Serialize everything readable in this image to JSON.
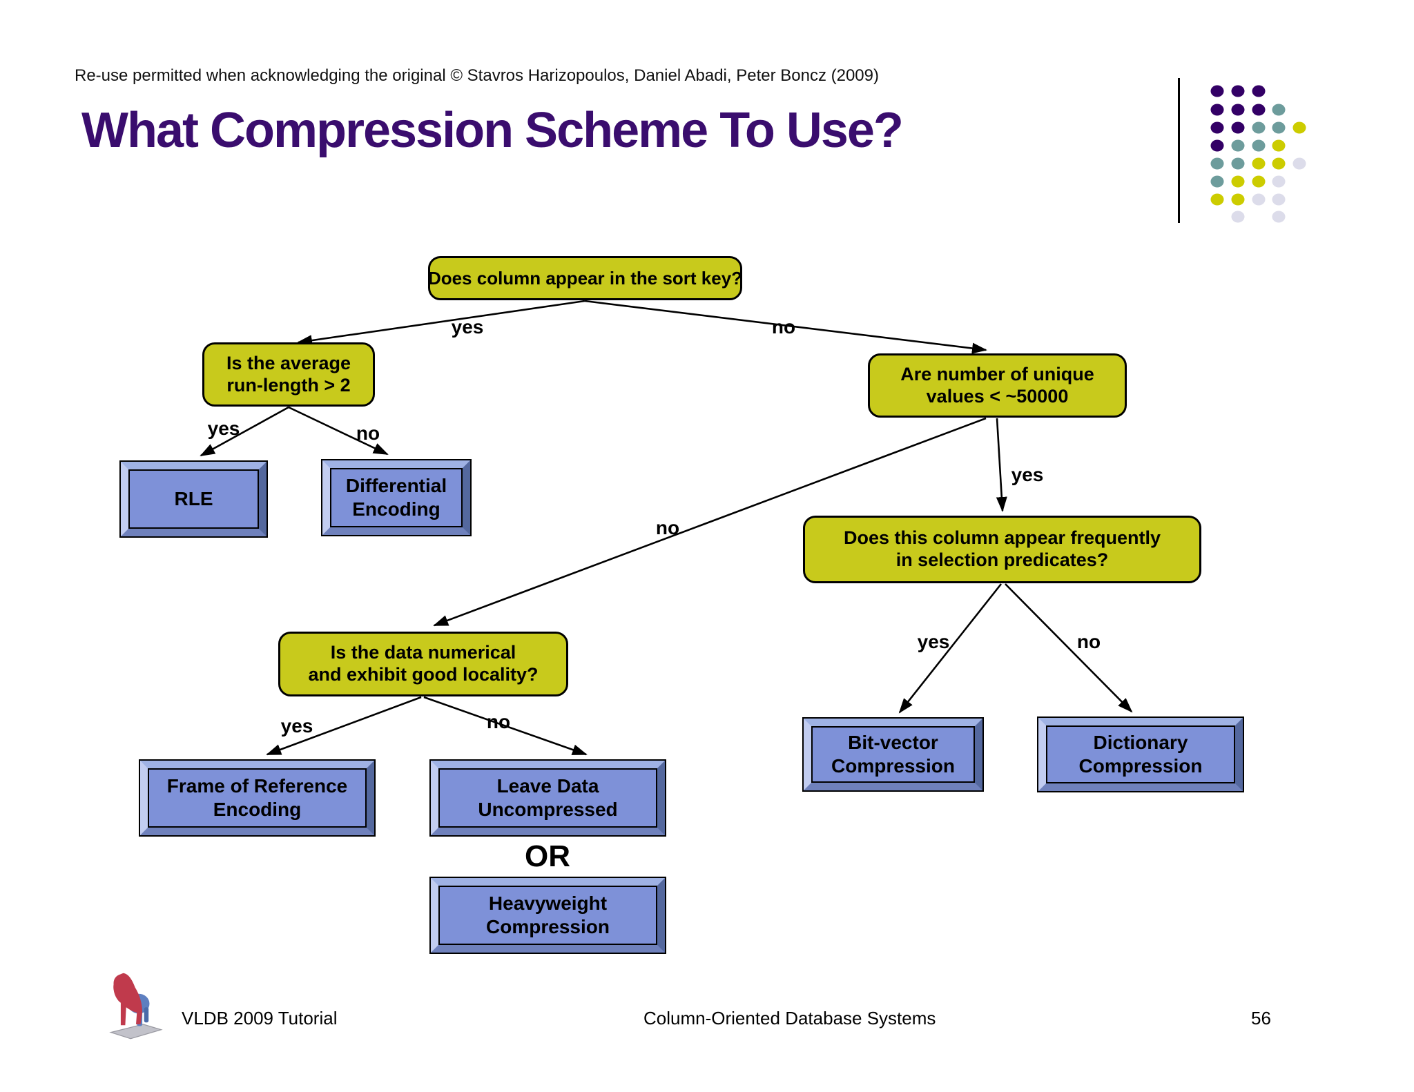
{
  "slide": {
    "copyright": "Re-use permitted when acknowledging the original © Stavros Harizopoulos, Daniel Abadi, Peter Boncz (2009)",
    "title": "What Compression Scheme To Use?"
  },
  "flowchart": {
    "decision_nodes": {
      "sort_key": {
        "line1": "Does column appear in the sort key?"
      },
      "run_length": {
        "line1": "Is the average",
        "line2": "run-length > 2"
      },
      "unique_values": {
        "line1": "Are number of unique",
        "line2": "values < ~50000"
      },
      "selection_predicates": {
        "line1": "Does this column appear frequently",
        "line2": "in selection predicates?"
      },
      "numerical_locality": {
        "line1": "Is the data numerical",
        "line2": "and exhibit good locality?"
      }
    },
    "result_nodes": {
      "rle": {
        "line1": "RLE"
      },
      "differential": {
        "line1": "Differential",
        "line2": "Encoding"
      },
      "frame_of_reference": {
        "line1": "Frame of Reference",
        "line2": "Encoding"
      },
      "leave_uncompressed": {
        "line1": "Leave Data",
        "line2": "Uncompressed"
      },
      "heavyweight": {
        "line1": "Heavyweight",
        "line2": "Compression"
      },
      "bit_vector": {
        "line1": "Bit-vector",
        "line2": "Compression"
      },
      "dictionary": {
        "line1": "Dictionary",
        "line2": "Compression"
      }
    },
    "edge_labels": {
      "root_yes": "yes",
      "root_no": "no",
      "run_yes": "yes",
      "run_no": "no",
      "unique_yes": "yes",
      "unique_no": "no",
      "numerical_yes": "yes",
      "numerical_no": "no",
      "predicates_yes": "yes",
      "predicates_no": "no"
    },
    "or_label": "OR"
  },
  "footer": {
    "left": "VLDB 2009 Tutorial",
    "center": "Column-Oriented Database Systems",
    "page_number": "56"
  },
  "colors": {
    "title": "#3A0D6E",
    "decision_fill": "#C8CA1C",
    "result_fill": "#7E91D8",
    "dot_purple": "#330066",
    "dot_teal": "#6D9C9C",
    "dot_yellow": "#CCCC00",
    "dot_lavender": "#DCDCEA"
  },
  "decor": {
    "dot_pattern": [
      "PPP..",
      "PPPT.",
      "PPTTY",
      "PTTY.",
      "TTYYL",
      "TYYL.",
      "YYLL.",
      ".L.L."
    ]
  }
}
